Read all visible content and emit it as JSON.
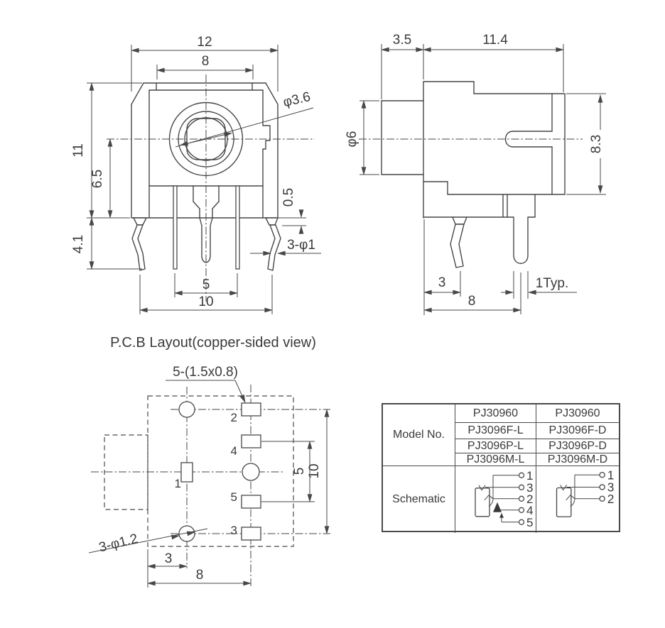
{
  "front_view": {
    "overall_width": "12",
    "tab_width": "8",
    "overall_height": "11",
    "center_height": "6.5",
    "leg_length": "4.1",
    "jack_hole_dia": "φ3.6",
    "step_height": "0.5",
    "pin_note": "3-φ1",
    "pin_pitch": "5",
    "leg_span": "10"
  },
  "side_view": {
    "barrel_length": "3.5",
    "body_length": "11.4",
    "barrel_dia": "φ6",
    "body_height": "8.3",
    "leg_offset": "3",
    "pin_width": "1Typ.",
    "pin_offset": "8"
  },
  "pcb_layout": {
    "title": "P.C.B Layout(copper-sided view)",
    "pad_note": "5-(1.5x0.8)",
    "hole_note": "3-φ1.2",
    "pad_labels": {
      "p1": "1",
      "p2": "2",
      "p3": "3",
      "p4": "4",
      "p5": "5"
    },
    "pad_pitch": "5",
    "pad_span": "10",
    "hole_offset": "3",
    "row_span": "8"
  },
  "table": {
    "model_header": "Model No.",
    "schematic_header": "Schematic",
    "models": [
      {
        "left": "PJ30960",
        "right": "PJ30960"
      },
      {
        "left": "PJ3096F-L",
        "right": "PJ3096F-D"
      },
      {
        "left": "PJ3096P-L",
        "right": "PJ3096P-D"
      },
      {
        "left": "PJ3096M-L",
        "right": "PJ3096M-D"
      }
    ],
    "schematic_left_pins": [
      "1",
      "3",
      "2",
      "4",
      "5"
    ],
    "schematic_right_pins": [
      "1",
      "3",
      "2"
    ]
  },
  "colors": {
    "line": "#474747",
    "text": "#3a3a3a",
    "background": "#ffffff"
  }
}
